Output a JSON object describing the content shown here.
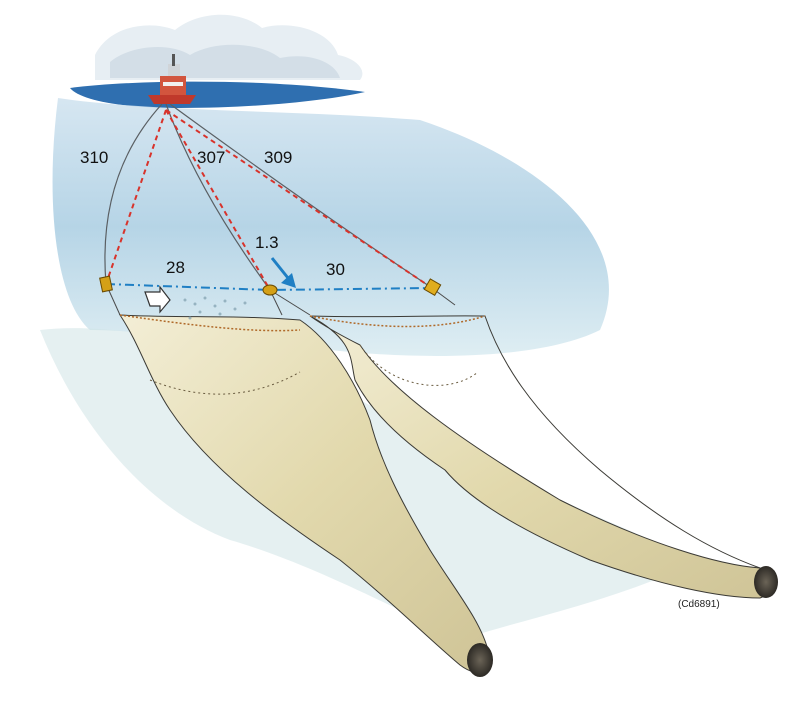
{
  "labels": {
    "warp_left": "310",
    "warp_middle": "307",
    "warp_right": "309",
    "spread_left": "28",
    "spread_right": "30",
    "gap": "1.3"
  },
  "figure_code": "(Cd6891)",
  "colors": {
    "measure_red": "#d8332b",
    "measure_blue": "#1f7fc4",
    "sea": "#9cc3dc",
    "net": "#e6dfb9",
    "seabed": "#cfe3e6"
  }
}
